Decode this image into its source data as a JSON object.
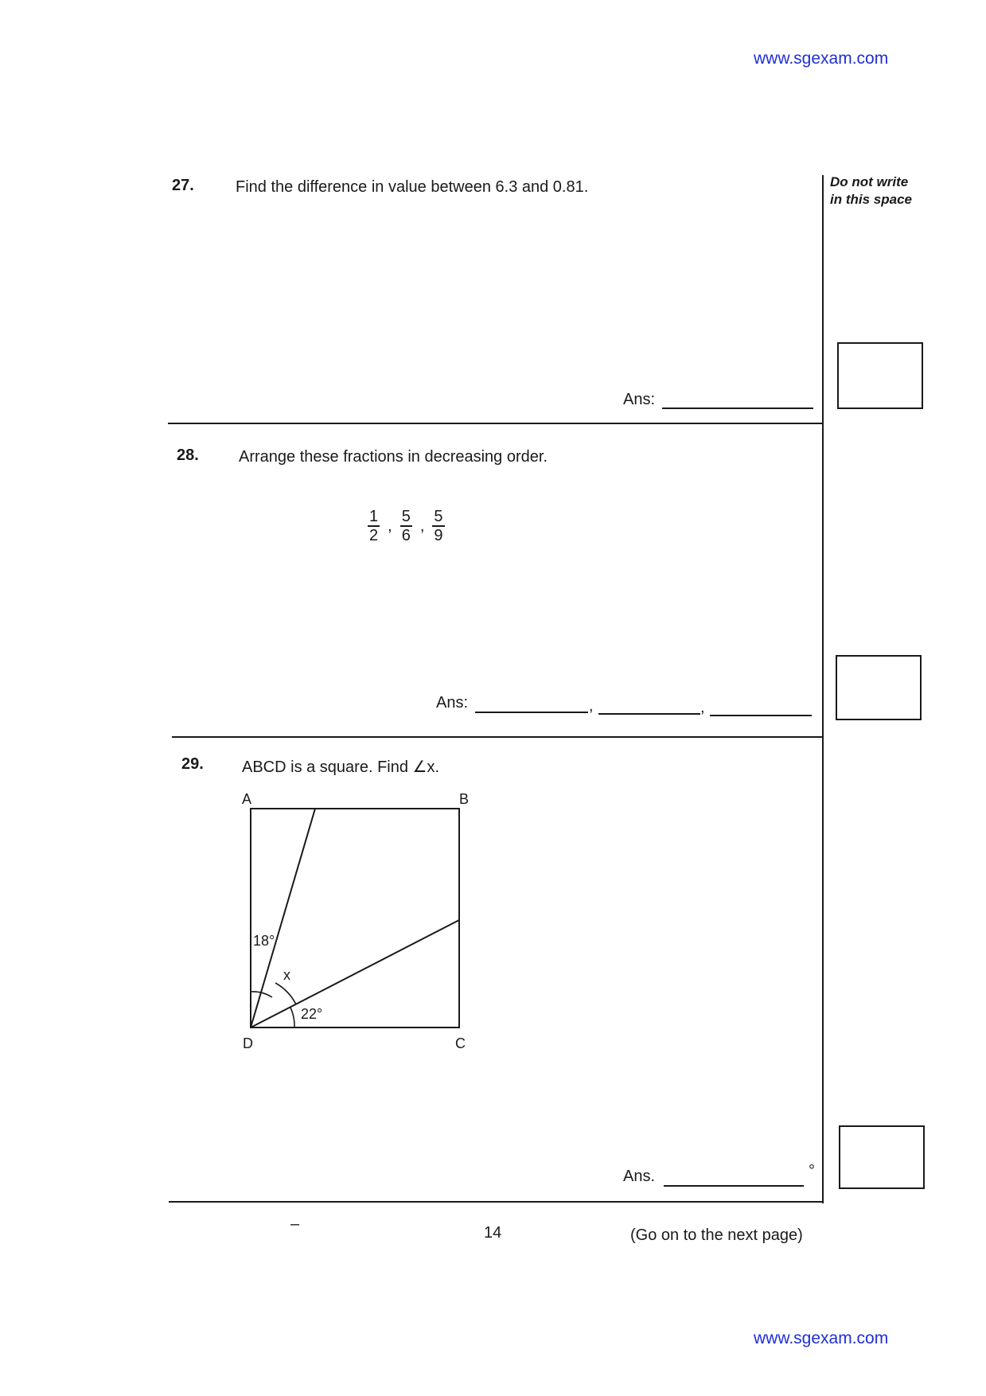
{
  "site": {
    "top": "www.sgexam.com",
    "bottom": "www.sgexam.com"
  },
  "margin": {
    "line1": "Do not write",
    "line2": "in this space"
  },
  "q27": {
    "number": "27.",
    "text": "Find the difference in value between 6.3 and 0.81.",
    "ans_label": "Ans:"
  },
  "q28": {
    "number": "28.",
    "text": "Arrange these fractions in decreasing order.",
    "fractions": [
      {
        "num": "1",
        "den": "2"
      },
      {
        "num": "5",
        "den": "6"
      },
      {
        "num": "5",
        "den": "9"
      }
    ],
    "separator": ",",
    "ans_label": "Ans:",
    "ans_separator": ","
  },
  "q29": {
    "number": "29.",
    "text": "ABCD is a square. Find ∠x.",
    "figure": {
      "labels": {
        "a": "A",
        "b": "B",
        "c": "C",
        "d": "D"
      },
      "angle_top": "18°",
      "angle_mid": "x",
      "angle_bottom": "22°"
    },
    "ans_label": "Ans.",
    "ans_unit": "°"
  },
  "footer": {
    "dash": "–",
    "page_number": "14",
    "continue": "(Go on to the next page)"
  }
}
